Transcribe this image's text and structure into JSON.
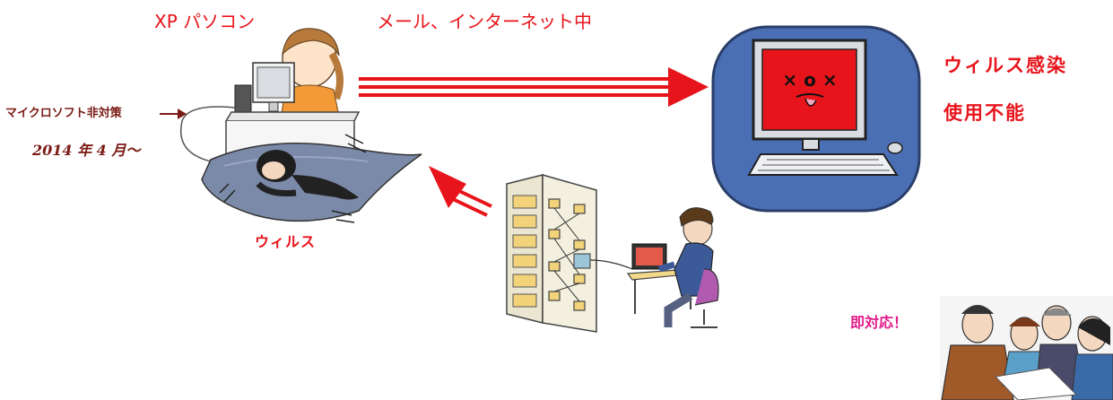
{
  "labels": {
    "xp_pc": "XP パソコン",
    "mail_internet": "メール、インターネット中",
    "virus_infection": "ウィルス感染",
    "unusable": "使用不能",
    "ms_unsupported": "マイクロソフト非対策",
    "date": "2014 年 4 月～",
    "virus": "ウィルス",
    "immediate_response": "即対応！"
  },
  "colors": {
    "accent_red": "#e8141b",
    "label_dark_red": "#7a1a14",
    "pink": "#e01a8a"
  }
}
